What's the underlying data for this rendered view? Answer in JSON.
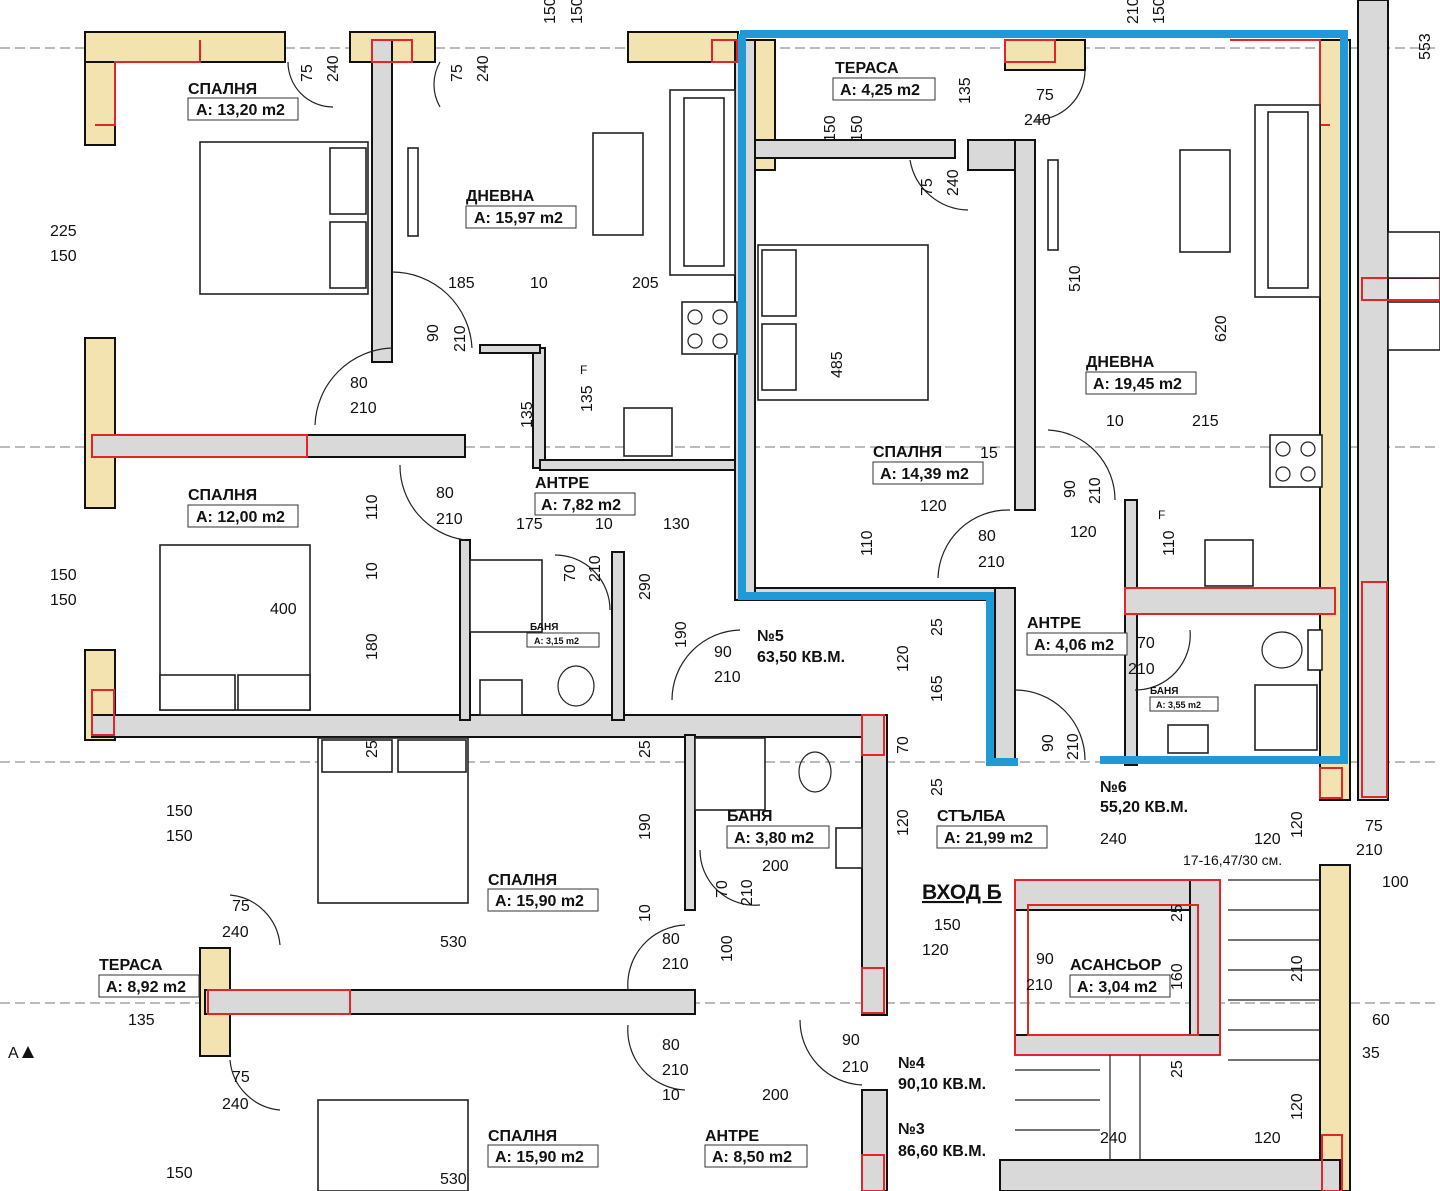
{
  "rooms": {
    "bed1": {
      "name": "СПАЛНЯ",
      "area": "А: 13,20 m2"
    },
    "living1": {
      "name": "ДНЕВНА",
      "area": "А: 15,97 m2"
    },
    "bed2": {
      "name": "СПАЛНЯ",
      "area": "А: 12,00 m2"
    },
    "hall1": {
      "name": "АНТРЕ",
      "area": "А: 7,82 m2"
    },
    "bath1": {
      "name": "БАНЯ",
      "area": "А: 3,15 m2"
    },
    "terrace1": {
      "name": "ТЕРАСА",
      "area": "А: 4,25 m2"
    },
    "bed3": {
      "name": "СПАЛНЯ",
      "area": "А: 14,39 m2"
    },
    "living2": {
      "name": "ДНЕВНА",
      "area": "А: 19,45 m2"
    },
    "hall2": {
      "name": "АНТРЕ",
      "area": "А: 4,06 m2"
    },
    "bath2": {
      "name": "БАНЯ",
      "area": "А: 3,55 m2"
    },
    "bath3": {
      "name": "БАНЯ",
      "area": "А: 3,80 m2"
    },
    "stair": {
      "name": "СТЪЛБА",
      "area": "А: 21,99 m2"
    },
    "bed4": {
      "name": "СПАЛНЯ",
      "area": "А: 15,90 m2"
    },
    "terrace2": {
      "name": "ТЕРАСА",
      "area": "А: 8,92 m2"
    },
    "lift": {
      "name": "АСАНСЬОР",
      "area": "А: 3,04 m2"
    },
    "bed5": {
      "name": "СПАЛНЯ",
      "area": "А: 15,90 m2"
    },
    "hall3": {
      "name": "АНТРЕ",
      "area": "А: 8,50 m2"
    }
  },
  "apartments": {
    "n5": {
      "number": "№5",
      "area": "63,50 КВ.М."
    },
    "n6": {
      "number": "№6",
      "area": "55,20 КВ.М."
    },
    "n4": {
      "number": "№4",
      "area": "90,10 КВ.М."
    },
    "n3": {
      "number": "№3",
      "area": "86,60 КВ.М."
    }
  },
  "entrance_label": "ВХОД Б",
  "section_marker": "А",
  "stairs_note": "17-16,47/30 см.",
  "fridge_mark": "F",
  "highlight_color": "#1f9ad6",
  "dims": {
    "d150a": "150",
    "d150b": "150",
    "d210a": "210",
    "d150c": "150",
    "d553": "553",
    "d75a": "75",
    "d240a": "240",
    "d75b": "75",
    "d240b": "240",
    "d225": "225",
    "d150d": "150",
    "d185": "185",
    "d10a": "10",
    "d205": "205",
    "d90a": "90",
    "d210b": "210",
    "d80a": "80",
    "d210c": "210",
    "d135a": "135",
    "d135b": "135",
    "d110a": "110",
    "d80b": "80",
    "d210d": "210",
    "d175": "175",
    "d10b": "10",
    "d130": "130",
    "d10c": "10",
    "d70a": "70",
    "d210e": "210",
    "d290": "290",
    "d190a": "190",
    "d150e": "150",
    "d150f": "150",
    "d400": "400",
    "d180": "180",
    "d90b": "90",
    "d210f": "210",
    "d135c": "135",
    "d150g": "150",
    "d150h": "150",
    "d75c": "75",
    "d240c": "240",
    "d485": "485",
    "d15": "15",
    "d120a": "120",
    "d110b": "110",
    "d80c": "80",
    "d210g": "210",
    "d510": "510",
    "d620": "620",
    "d10d": "10",
    "d215": "215",
    "d90c": "90",
    "d210h": "210",
    "d120b": "120",
    "d110c": "110",
    "d25a": "25",
    "d120c": "120",
    "d165": "165",
    "d70b": "70",
    "d210i": "210",
    "d90d": "90",
    "d210j": "210",
    "d70c": "70",
    "d25b": "25",
    "d25c": "25",
    "d25d": "25",
    "d190b": "190",
    "d120d": "120",
    "d240d": "240",
    "d120e": "120",
    "d120f": "120",
    "d75d": "75",
    "d210k": "210",
    "d100a": "100",
    "d150i": "150",
    "d150j": "150",
    "d200a": "200",
    "d70d": "70",
    "d210l": "210",
    "d10e": "10",
    "d75e": "75",
    "d240e": "240",
    "d530a": "530",
    "d80d": "80",
    "d210m": "210",
    "d100b": "100",
    "d150k": "150",
    "d120g": "120",
    "d90e": "90",
    "d210n": "210",
    "d25e": "25",
    "d160": "160",
    "d210o": "210",
    "d135d": "135",
    "d60": "60",
    "d35": "35",
    "d80e": "80",
    "d210p": "210",
    "d90f": "90",
    "d210q": "210",
    "d75f": "75",
    "d240f": "240",
    "d10f": "10",
    "d200b": "200",
    "d25f": "25",
    "d150l": "150",
    "d530b": "530",
    "d240g": "240",
    "d120h": "120",
    "d120i": "120"
  }
}
